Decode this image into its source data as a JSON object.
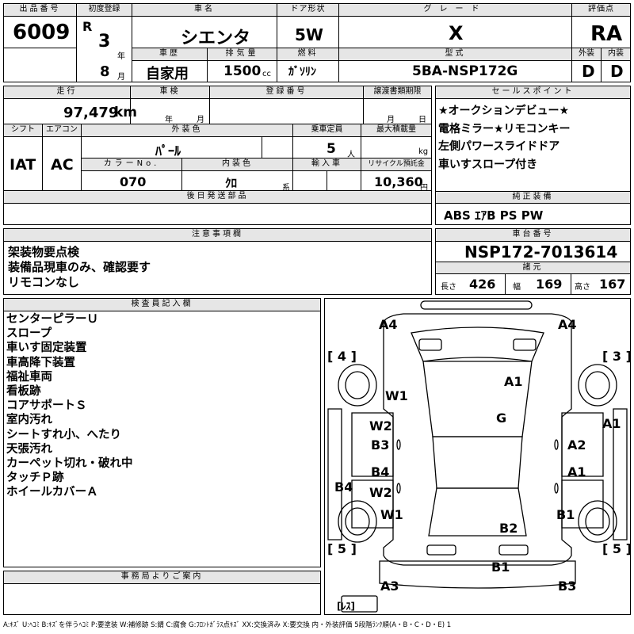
{
  "lot": {
    "label": "出品番号",
    "value": "6009"
  },
  "first_reg": {
    "label": "初度登録",
    "era": "R",
    "year": "3",
    "year_unit": "年",
    "month": "8",
    "month_unit": "月"
  },
  "car_name": {
    "label": "車名",
    "value": "シエンタ"
  },
  "door": {
    "label": "ドア形状",
    "value": "5W"
  },
  "grade": {
    "label": "グレード",
    "value": "X"
  },
  "score": {
    "label": "評価点",
    "value": "RA",
    "ext_label": "外装",
    "ext_value": "D",
    "int_label": "内装",
    "int_value": "D"
  },
  "history": {
    "label": "車歴",
    "value": "自家用"
  },
  "displacement": {
    "label": "排気量",
    "value": "1500",
    "unit": "cc"
  },
  "fuel": {
    "label": "燃料",
    "value": "ｶﾞｿﾘﾝ"
  },
  "model": {
    "label": "型式",
    "value": "5BA-NSP172G"
  },
  "mileage": {
    "label": "走行",
    "value": "97,479",
    "unit": "km"
  },
  "inspection": {
    "label": "車検",
    "year_unit": "年",
    "month_unit": "月"
  },
  "reg_no": {
    "label": "登録番号"
  },
  "transfer": {
    "label": "譲渡書類期限",
    "month_unit": "月",
    "day_unit": "日"
  },
  "shift": {
    "label": "シフト",
    "value": "IAT"
  },
  "ac": {
    "label": "エアコン",
    "value": "AC"
  },
  "ext_color": {
    "label": "外装色",
    "value": "ﾊﾟｰﾙ"
  },
  "capacity": {
    "label": "乗車定員",
    "value": "5",
    "unit": "人"
  },
  "max_load": {
    "label": "最大積載量",
    "unit": "kg"
  },
  "color_no": {
    "label": "カラーNo.",
    "value": "070"
  },
  "int_color": {
    "label": "内装色",
    "value": "ｸﾛ",
    "unit": "系"
  },
  "import": {
    "label": "輸入車"
  },
  "recycle": {
    "label": "リサイクル預託金",
    "value": "10,360",
    "unit": "円"
  },
  "sales_points": {
    "label": "セールスポイント",
    "items": [
      "★オークションデビュー★",
      "電格ミラー★リモコンキー",
      "左側パワースライドドア",
      "車いすスロープ付き"
    ]
  },
  "later_parts": {
    "label": "後日発送部品"
  },
  "equipment": {
    "label": "純正装備",
    "value": "ABS ｴｱB PS PW"
  },
  "notes": {
    "label": "注意事項欄",
    "items": [
      "架装物要点検",
      "装備品現車のみ、確認要す",
      "リモコンなし"
    ]
  },
  "chassis": {
    "label": "車台番号",
    "value": "NSP172-7013614"
  },
  "specs": {
    "label": "諸元",
    "length_label": "長さ",
    "length": "426",
    "width_label": "幅",
    "width": "169",
    "height_label": "高さ",
    "height": "167"
  },
  "inspector": {
    "label": "検査員記入欄",
    "items": [
      "センターピラーＵ",
      "スロープ",
      "車いす固定装置",
      "車高降下装置",
      "福祉車両",
      "看板跡",
      "コアサポートＳ",
      "室内汚れ",
      "シートすれ小、へたり",
      "天張汚れ",
      "カーペット切れ・破れ中",
      "タッチＰ跡",
      "ホイールカバーＡ"
    ]
  },
  "office": {
    "label": "事務局よりご案内"
  },
  "diagram": {
    "marks": [
      "A4",
      "A4",
      "[ 4 ]",
      "[ 3 ]",
      "A1",
      "W1",
      "G",
      "A1",
      "W2",
      "B3",
      "A2",
      "B4",
      "A1",
      "B4",
      "W2",
      "W1",
      "B1",
      "B2",
      "[ 5 ]",
      "[ 5 ]",
      "B1",
      "A3",
      "B3",
      "[ﾚｽ]"
    ]
  },
  "legend": "A:ｷｽﾞ U:ﾍｺﾐ B:ｷｽﾞを伴うﾍｺﾐ P:要塗装 W:補修跡 S:錆 C:腐食 G:ﾌﾛﾝﾄｶﾞﾗｽ点ｷｽﾞ XX:交換済み X:要交換 内・外装評価 5段階ﾗﾝｸ順(A・B・C・D・E) 1"
}
